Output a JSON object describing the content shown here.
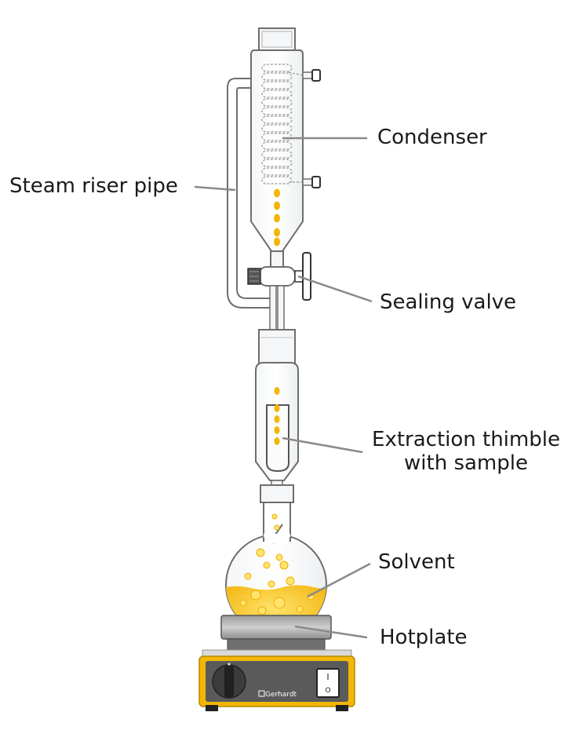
{
  "labels": {
    "condenser": "Condenser",
    "steam_riser_pipe": "Steam riser pipe",
    "sealing_valve": "Sealing valve",
    "thimble_line1": "Extraction thimble",
    "thimble_line2": "with sample",
    "solvent": "Solvent",
    "hotplate": "Hotplate"
  },
  "brand": "Gerhardt",
  "switch_on_mark": "I",
  "switch_off_mark": "O",
  "colors": {
    "solvent": "#f2b705",
    "solvent_light": "#ffd84a",
    "hotplate_frame": "#f2b705",
    "hotplate_body": "#555555",
    "glass_outline": "#6e6e6e",
    "leader_line": "#8a8a8a"
  }
}
